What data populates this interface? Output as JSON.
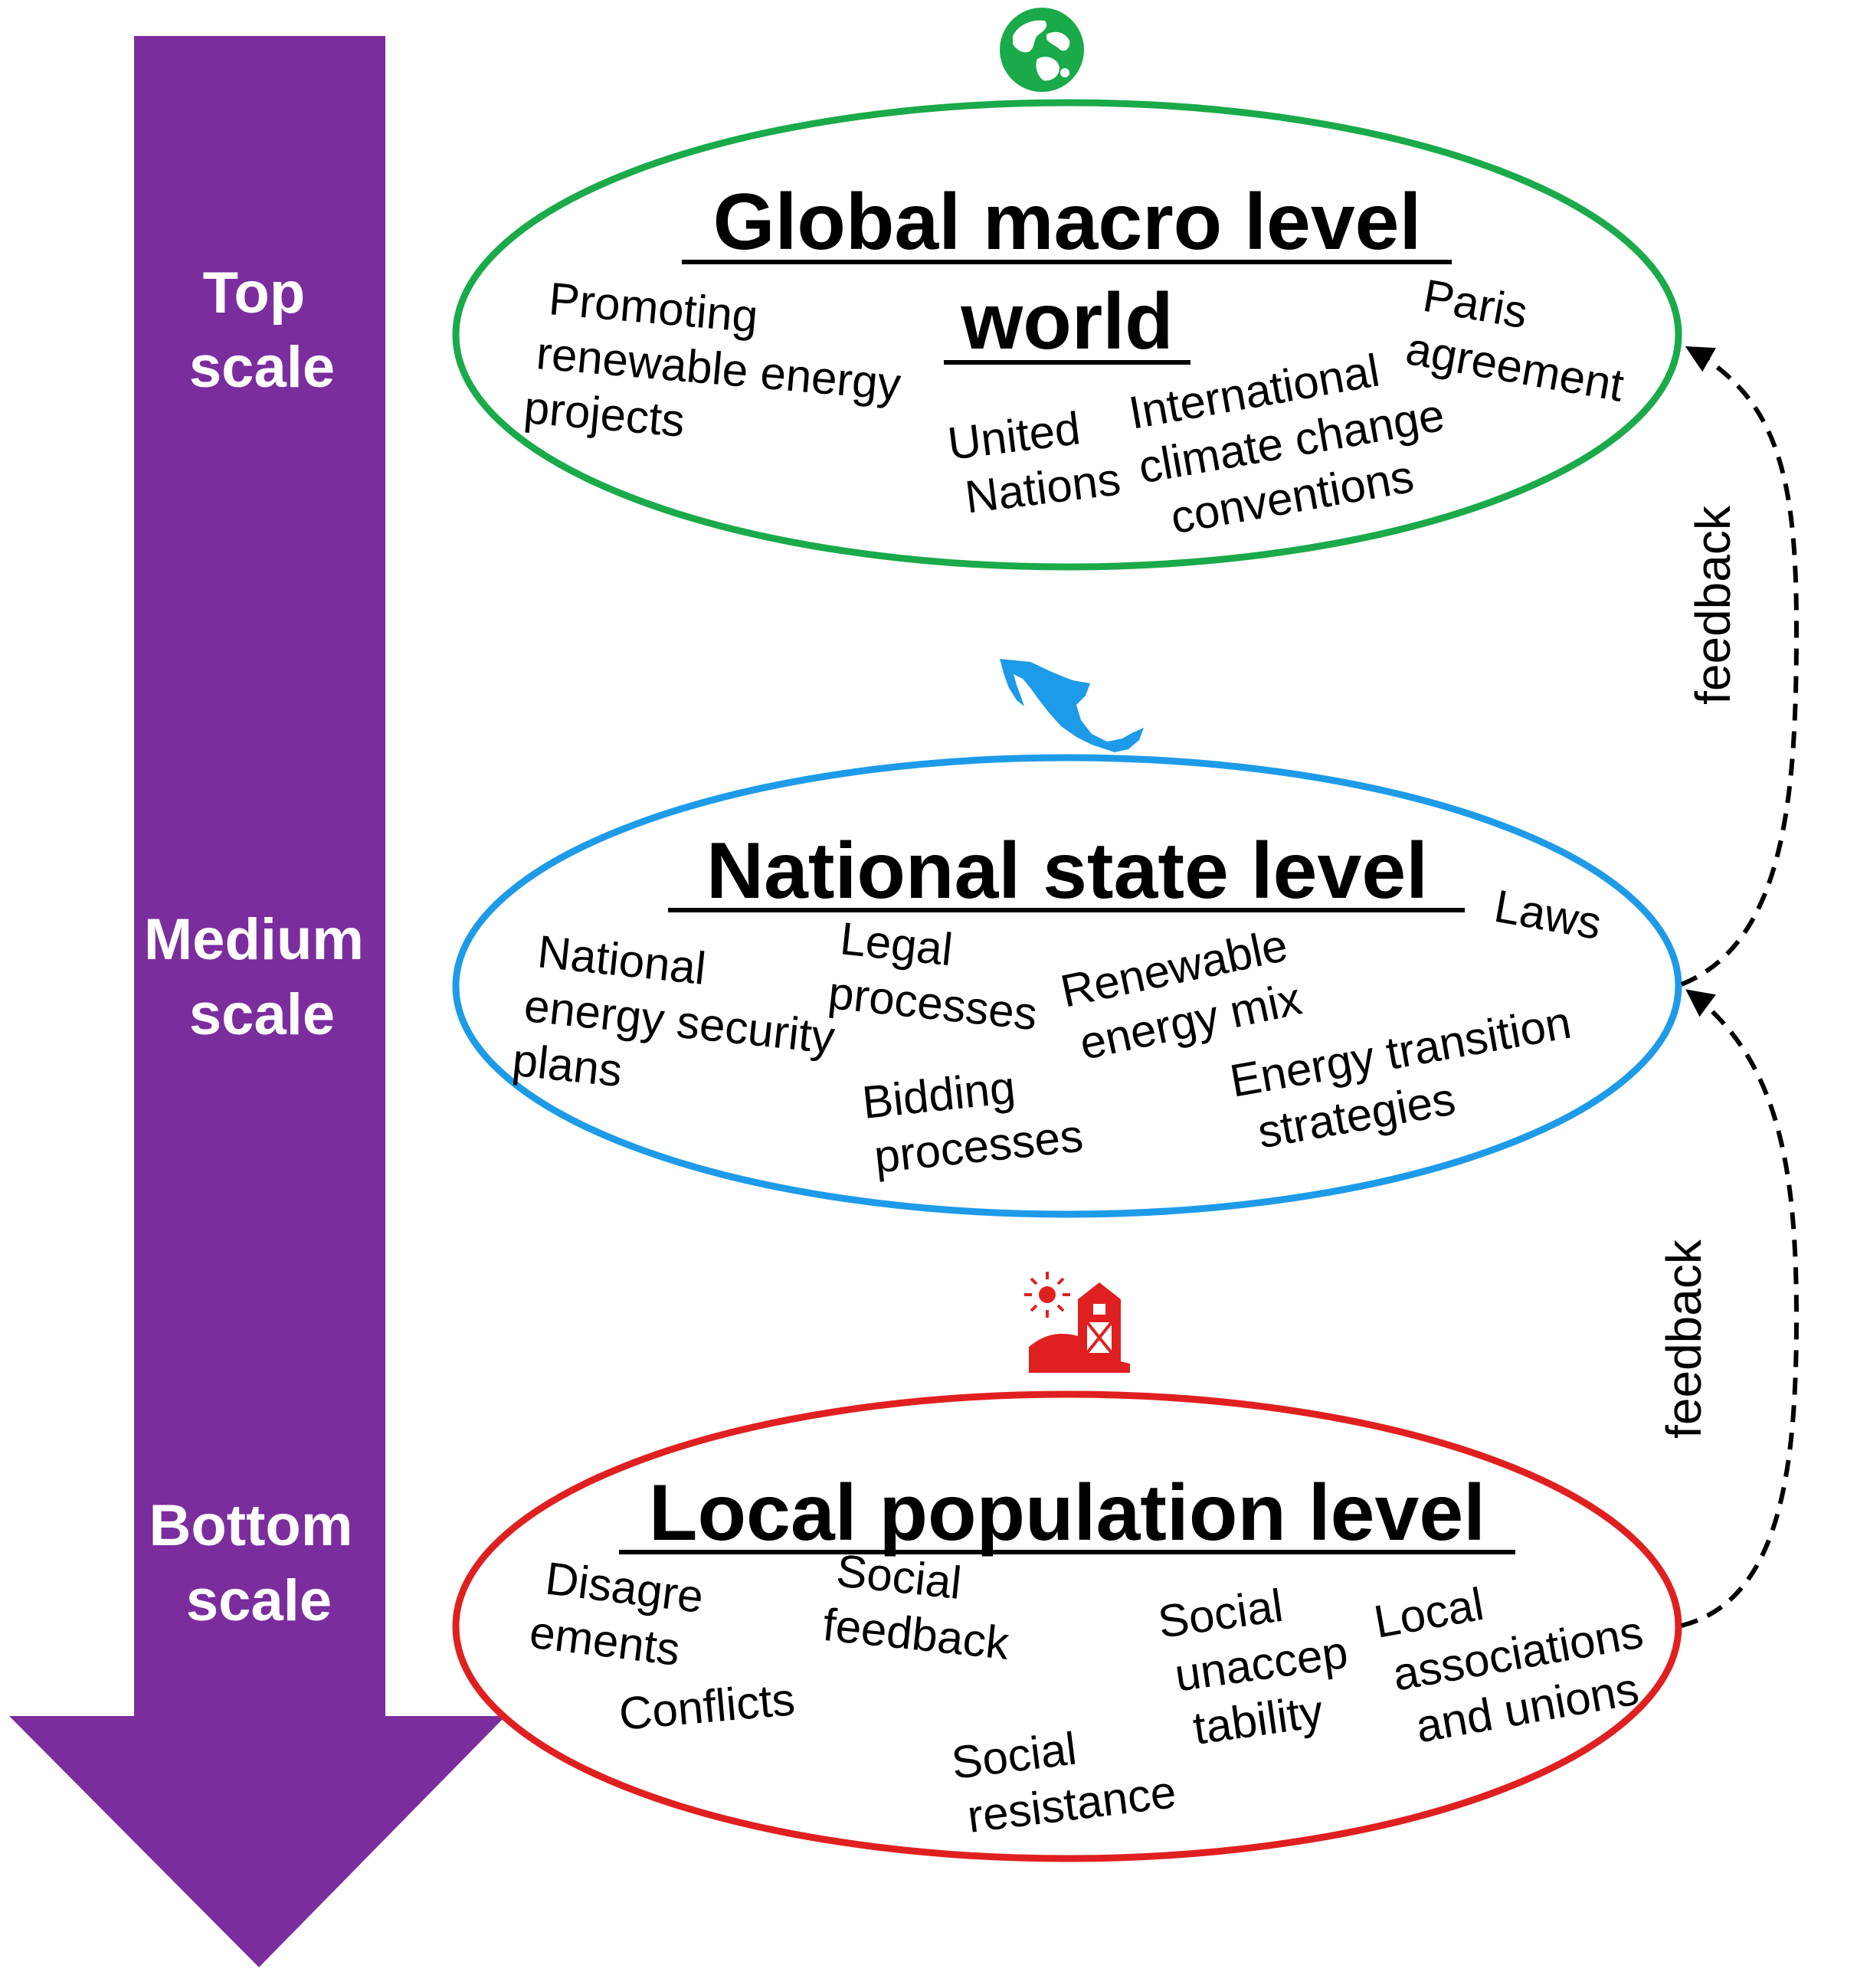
{
  "colors": {
    "arrow": "#7B2D9E",
    "global": "#1AAA4A",
    "national": "#1E9BE8",
    "local": "#E02020",
    "text": "#000000"
  },
  "scale_arrow": {
    "labels": [
      [
        "Top",
        "scale"
      ],
      [
        "Medium",
        "scale"
      ],
      [
        "Bottom",
        "scale"
      ]
    ]
  },
  "levels": {
    "global": {
      "icon": "globe-icon",
      "title_lines": [
        "Global macro level",
        "world"
      ],
      "terms": {
        "promoting": [
          "Promoting",
          "renewable energy",
          "projects"
        ],
        "un": [
          "United",
          "Nations"
        ],
        "conventions": [
          "International",
          "climate change",
          "conventions"
        ],
        "paris": [
          "Paris",
          "agreement"
        ]
      }
    },
    "national": {
      "icon": "mexico-map-icon",
      "title_lines": [
        "National state level"
      ],
      "terms": {
        "laws": [
          "Laws"
        ],
        "security": [
          "National",
          "energy security",
          "plans"
        ],
        "legal": [
          "Legal",
          "processes"
        ],
        "mix": [
          "Renewable",
          "energy mix"
        ],
        "bidding": [
          "Bidding",
          "processes"
        ],
        "transition": [
          "Energy transition",
          "strategies"
        ]
      }
    },
    "local": {
      "icon": "farm-barn-icon",
      "title_lines": [
        "Local population level"
      ],
      "terms": {
        "disagreements": [
          "Disagre",
          "ements"
        ],
        "conflicts": [
          "Conflicts"
        ],
        "feedback": [
          "Social",
          "feedback"
        ],
        "resistance": [
          "Social",
          "resistance"
        ],
        "unacceptability": [
          "Social",
          "unaccep",
          "tability"
        ],
        "associations": [
          "Local",
          "associations",
          "and unions"
        ]
      }
    }
  },
  "feedback_labels": [
    "feedback",
    "feedback"
  ]
}
